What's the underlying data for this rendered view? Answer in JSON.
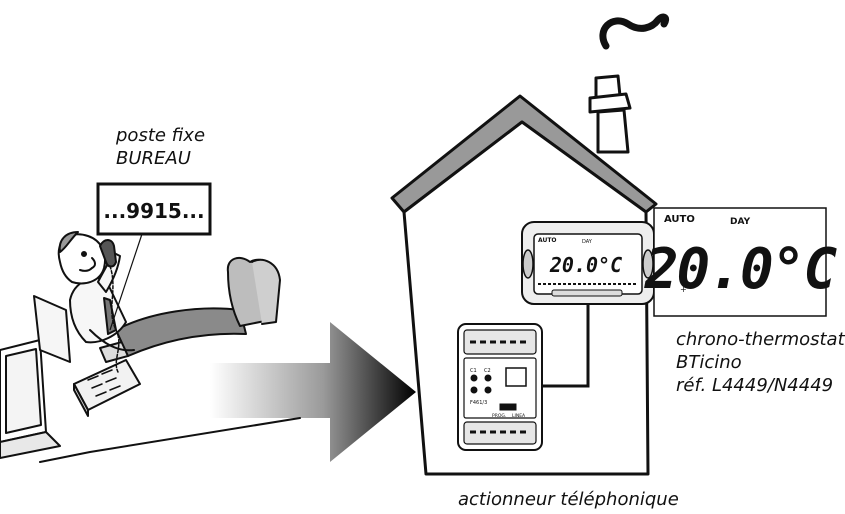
{
  "office_label": {
    "line1": "poste fixe",
    "line2": "BUREAU"
  },
  "dialed_number": "...9915...",
  "thermostat_display": {
    "mode": "AUTO",
    "day": "DAY",
    "temperature": "20.0°C"
  },
  "thermostat_caption": {
    "line1": "chrono-thermostat",
    "line2": "BTicino",
    "line3": "réf. L4449/N4449"
  },
  "actuator_caption": "actionneur téléphonique",
  "actuator_panel": {
    "model": "F461/3",
    "channel_1": "C1",
    "channel_2": "C2",
    "prog_label": "PROG.",
    "line_label": "LINEA"
  }
}
